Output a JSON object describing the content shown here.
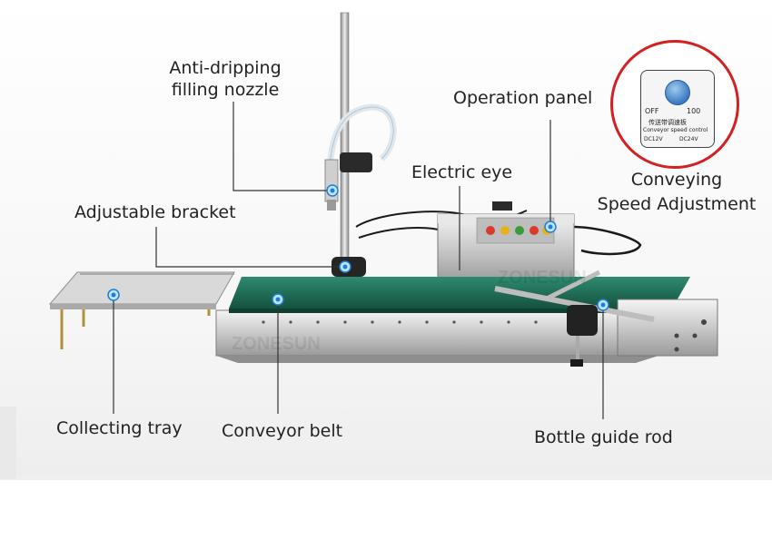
{
  "labels": {
    "anti_dripping_line1": "Anti-dripping",
    "anti_dripping_line2": "filling nozzle",
    "operation_panel": "Operation panel",
    "electric_eye": "Electric eye",
    "adjustable_bracket": "Adjustable bracket",
    "conveying_line1": "Conveying",
    "conveying_line2": "Speed Adjustment",
    "collecting_tray": "Collecting tray",
    "conveyor_belt": "Conveyor belt",
    "bottle_guide_rod": "Bottle guide rod"
  },
  "inset": {
    "off": "OFF",
    "max": "100",
    "title_cn": "传送带调速板",
    "title_en": "Conveyor speed control",
    "opt1": "DC12V",
    "opt2": "DC24V"
  },
  "watermark": "ZONESUN",
  "colors": {
    "belt": "#1f6f5a",
    "accent_ring": "#d42020",
    "dot": "#1e7fd6",
    "panel_buttons": [
      "#d93b2b",
      "#e8b21c",
      "#3a9b3a",
      "#d93b2b",
      "#e8b21c"
    ]
  }
}
